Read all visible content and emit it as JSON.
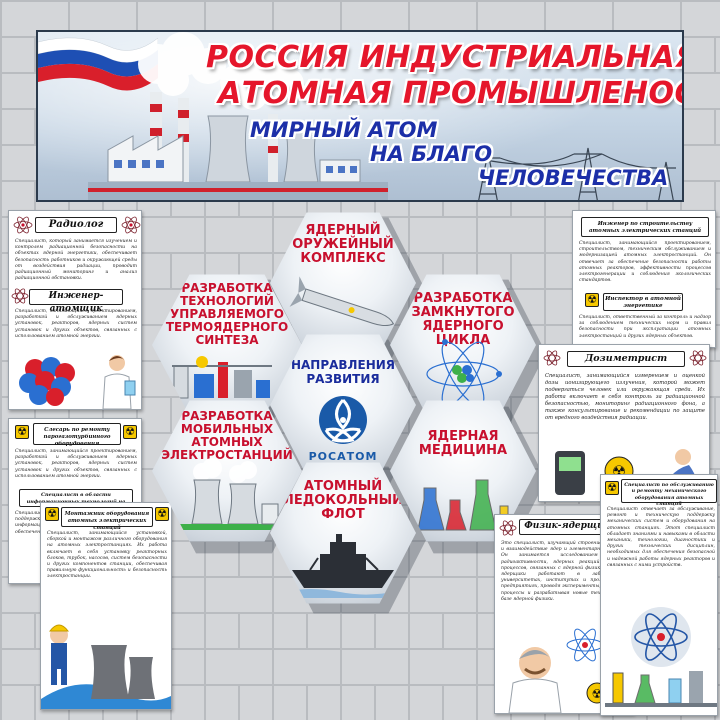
{
  "banner": {
    "title_line1": "РОССИЯ ИНДУСТРИАЛЬНАЯ:",
    "title_line2": "АТОМНАЯ ПРОМЫШЛЕНОСТЬ",
    "sub_line1": "МИРНЫЙ АТОМ",
    "sub_line2": "НА БЛАГО",
    "sub_line3": "ЧЕЛОВЕЧЕСТВА"
  },
  "hexagons": {
    "center_title": "НАПРАВЛЕНИЯ РАЗВИТИЯ",
    "center_logo_text": "РОСАТОМ",
    "top": "ЯДЕРНЫЙ ОРУЖЕЙНЫЙ КОМПЛЕКС",
    "upper_left": "РАЗРАБОТКА ТЕХНОЛОГИЙ УПРАВЛЯЕМОГО ТЕРМОЯДЕРНОГО СИНТЕЗА",
    "upper_right": "РАЗРАБОТКА ЗАМКНУТОГО ЯДЕРНОГО ЦИКЛА",
    "lower_left": "РАЗРАБОТКА МОБИЛЬНЫХ АТОМНЫХ ЭЛЕКТРОСТАНЦИЙ",
    "lower_right": "ЯДЕРНАЯ МЕДИЦИНА",
    "bottom": "АТОМНЫЙ ЛЕДОКОЛЬНЫЙ ФЛОТ"
  },
  "cards": {
    "radiologist_title": "Радиолог",
    "radiologist_text": "Специалист, который занимается изучением и контролем радиационной безопасности на объектах ядерной энергетики, обеспечивает безопасность работников и окружающей среды от воздействия радиации, проводит радиационный мониторинг и анализ радиационной обстановки.",
    "engineer_atomic_title": "Инженер-атомщик",
    "engineer_atomic_text": "Специалист, занимающийся проектированием, разработкой и обслуживанием ядерных установок, реакторов, ядерных систем установок и других объектов, связанных с использованием атомной энергии.",
    "steam_engineer_title": "Слесарь по ремонту парогазотурбинного оборудования",
    "steam_engineer_text": "Специалист, занимающийся проектированием, разработкой и обслуживанием ядерных установок, реакторов, ядерных систем установок и других объектов, связанных с использованием атомной энергии.",
    "it_specialist_title": "Специалист в области информационных технологий на атомных станциях",
    "it_specialist_text": "Специалист, который отвечает за разработку, поддержку и обеспечение безопасности информационных систем и программного обеспечения на атомных станциях.",
    "installer_title": "Монтажник оборудования атомных электрических станций",
    "installer_text": "Специалист, занимающийся установкой, сборкой и монтажом различного оборудования на атомных электростанциях. Их работа включает в себя установку реакторных блоков, трубок, насосов, систем безопасности и других компонентов станции, обеспечивая правильную функциональность и безопасность электростанции.",
    "construction_engineer_title": "Инженер по строительству атомных электрических станций",
    "construction_engineer_text": "Специалист, занимающийся проектированием, строительством, техническим обслуживанием и модернизацией атомных электростанций. Он отвечает за обеспечение безопасности работы атомных реакторов, эффективности процессов электрогенерации и соблюдения экологических стандартов.",
    "inspector_title": "Инспектор в атомной энергетике",
    "inspector_text": "Специалист, ответственный за контроль и надзор за соблюдением технических норм и правил безопасности при эксплуатации атомных электростанций и других ядерных объектов.",
    "dosimetrist_title": "Дозиметрист",
    "dosimetrist_text": "Специалист, занимающийся измерением и оценкой дозы ионизирующего излучения, которой может подвергаться человек или окружающая среда. Их работа включает в себя контроль за радиационной безопасностью, мониторинг радиационного фона, а также консультирование и рекомендации по защите от вредного воздействия радиации.",
    "physicist_title": "Физик-ядерщик",
    "physicist_text": "Это специалист, изучающий строение, свойства и взаимодействие ядер и элементарных частиц. Он занимается исследованием явлений радиоактивности, ядерных реакций и других процессов, связанных с ядерной физикой. Физики-ядерщики работают в лабораториях, университетах, институтах и промышленных предприятиях, проводя эксперименты, моделируя процессы и разрабатывая новые технологии на базе ядерной физики.",
    "maintenance_title": "Специалист по обслуживанию и ремонту механического оборудования атомных станций",
    "maintenance_text": "Специалист отвечает за обслуживание, ремонт и техническую поддержку механических систем и оборудования на атомных станциях. Этот специалист обладает знаниями и навыками в области механики, технологии, диагностики и других технических дисциплин, необходимых для обеспечения безопасной и надежной работы ядерных реакторов и связанных с ними устройств."
  },
  "colors": {
    "title_red": "#e5162b",
    "sub_blue": "#1c2fa8",
    "hex_red": "#c8102e",
    "rosatom_blue": "#1a5aa8"
  }
}
